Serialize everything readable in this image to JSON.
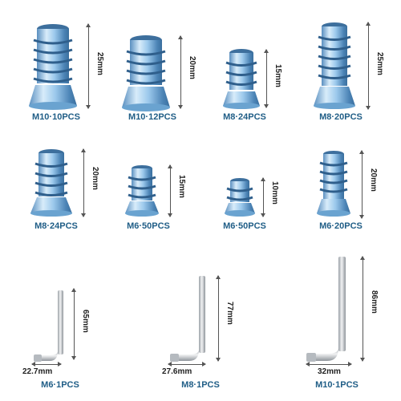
{
  "colors": {
    "label": "#1f5d86",
    "zinc": "#8fc3e8",
    "zinc_dark": "#4b86b8",
    "steel": "#c9ccd0"
  },
  "inserts": [
    {
      "label": "M10·10PCS",
      "length": "25mm"
    },
    {
      "label": "M10·12PCS",
      "length": "20mm"
    },
    {
      "label": "M8·24PCS",
      "length": "15mm"
    },
    {
      "label": "M8·20PCS",
      "length": "25mm"
    },
    {
      "label": "M8·24PCS",
      "length": "20mm"
    },
    {
      "label": "M6·50PCS",
      "length": "15mm"
    },
    {
      "label": "M6·50PCS",
      "length": "10mm"
    },
    {
      "label": "M6·20PCS",
      "length": "20mm"
    }
  ],
  "keys": [
    {
      "label": "M6·1PCS",
      "length": "65mm",
      "width": "22.7mm"
    },
    {
      "label": "M8·1PCS",
      "length": "77mm",
      "width": "27.6mm"
    },
    {
      "label": "M10·1PCS",
      "length": "86mm",
      "width": "32mm"
    }
  ]
}
